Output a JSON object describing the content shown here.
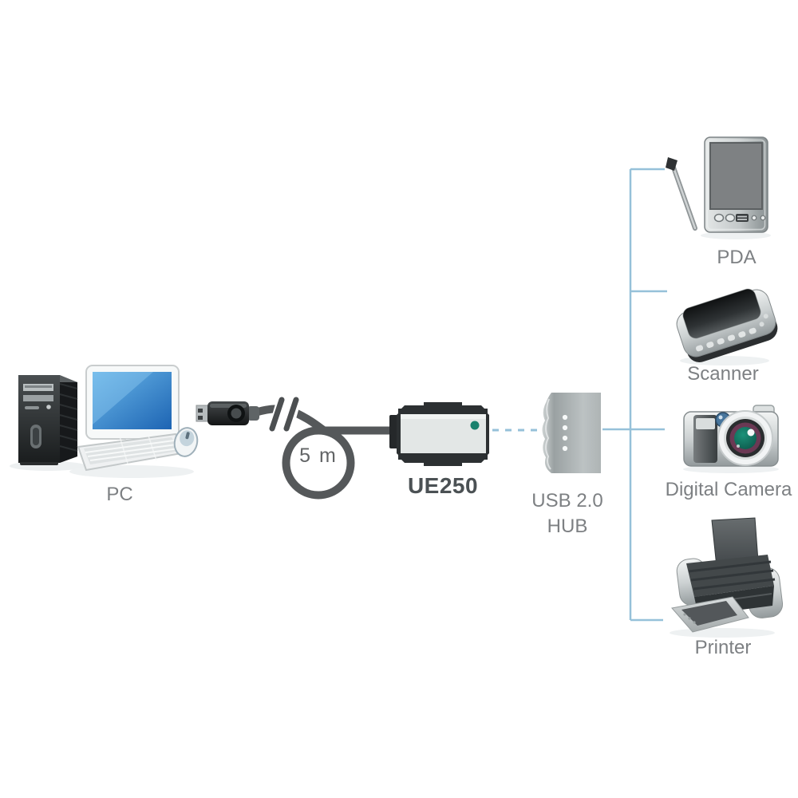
{
  "colors": {
    "connector_line": "#96c1d9",
    "cable": "#55585a",
    "led": "#19816e",
    "label_text": "#7d8083",
    "model_text": "#4b5154"
  },
  "pc": {
    "label": "PC",
    "icon": "desktop-computer-icon"
  },
  "cable": {
    "length_label": "5 m",
    "plug_icon": "usb-plug-icon",
    "break_icon": "cable-break-icon",
    "loop_icon": "cable-loop-icon"
  },
  "extender": {
    "model": "UE250",
    "icon": "ue250-extender-icon",
    "led_color": "#19816e"
  },
  "hub": {
    "label_line1": "USB 2.0",
    "label_line2": "HUB",
    "icon": "usb-hub-icon",
    "ports": 4
  },
  "devices": [
    {
      "label": "PDA",
      "icon": "pda-icon"
    },
    {
      "label": "Scanner",
      "icon": "scanner-icon"
    },
    {
      "label": "Digital Camera",
      "icon": "digital-camera-icon"
    },
    {
      "label": "Printer",
      "icon": "printer-icon"
    }
  ]
}
